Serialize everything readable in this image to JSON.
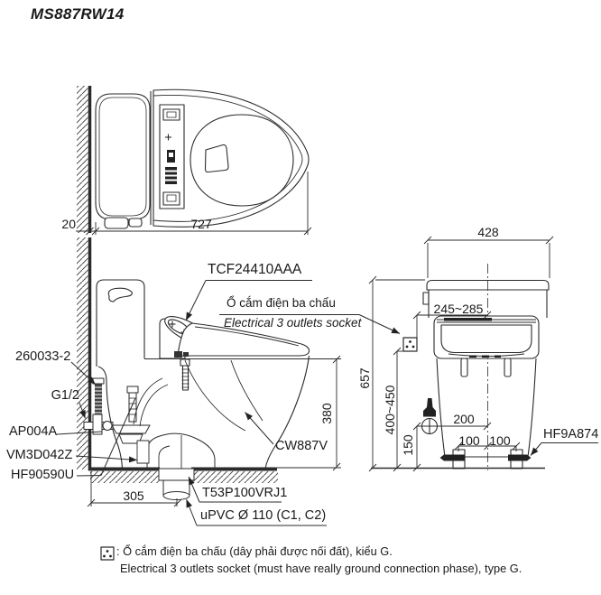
{
  "title": "MS887RW14",
  "colors": {
    "line": "#2b2b2b",
    "text": "#1a1a1a",
    "background": "#ffffff"
  },
  "top_view": {
    "dim_depth": "727",
    "dim_wall_gap": "20"
  },
  "side_view": {
    "part_seat_unit": "TCF24410AAA",
    "socket_label_vi": "Ổ cắm điện ba chấu",
    "socket_label_en": "Electrical 3 outlets socket",
    "part_supply_hose": "260033-2",
    "part_thread_size": "G1/2",
    "part_stop_valve": "AP004A",
    "part_seal": "VM3D042Z",
    "part_fill_valve": "HF90590U",
    "part_bowl": "CW887V",
    "part_outlet_joint": "T53P100VRJ1",
    "part_drain_pipe": "uPVC Ø 110 (C1, C2)",
    "dim_seat_height": "380",
    "dim_rough_in": "305"
  },
  "rear_view": {
    "dim_width": "428",
    "dim_total_height": "657",
    "dim_socket_offset": "245~285",
    "dim_socket_height": "400~450",
    "dim_valve_height": "150",
    "dim_valve_offset": "200",
    "dim_bolt_left": "100",
    "dim_bolt_right": "100",
    "part_fixing_bolt": "HF9A874"
  },
  "note": {
    "line1_vi": ": Ổ cắm điện ba chấu (dây phải được nối đất), kiểu G.",
    "line2_en": "Electrical 3 outlets socket (must have really ground connection phase), type G.",
    "icon": "three-pin-socket-icon"
  }
}
